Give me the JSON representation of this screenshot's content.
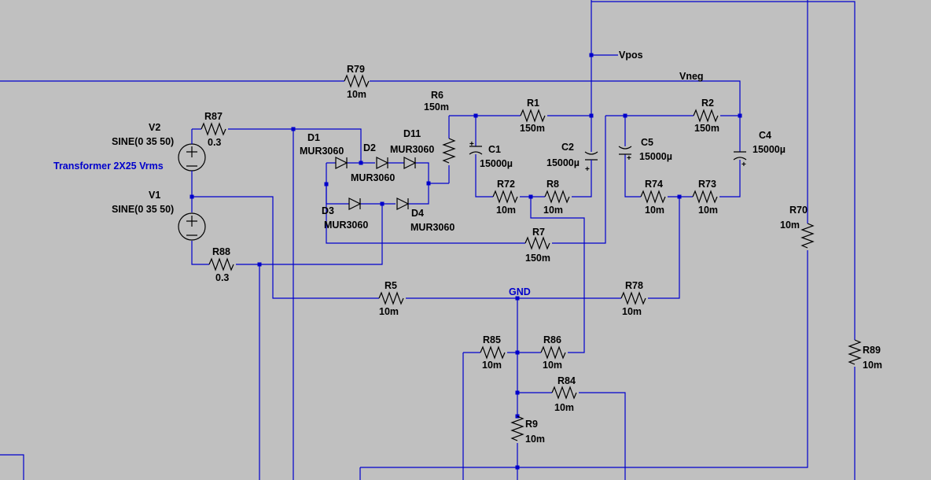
{
  "nets": {
    "vpos": "Vpos",
    "vneg": "Vneg",
    "gnd": "GND"
  },
  "comment": "Transformer 2X25 Vrms",
  "sources": [
    {
      "name": "V2",
      "value": "SINE(0 35 50)"
    },
    {
      "name": "V1",
      "value": "SINE(0 35 50)"
    }
  ],
  "resistors": [
    {
      "name": "R79",
      "value": "10m"
    },
    {
      "name": "R87",
      "value": "0.3"
    },
    {
      "name": "R88",
      "value": "0.3"
    },
    {
      "name": "R6",
      "value": "150m"
    },
    {
      "name": "R1",
      "value": "150m"
    },
    {
      "name": "R2",
      "value": "150m"
    },
    {
      "name": "R72",
      "value": "10m"
    },
    {
      "name": "R8",
      "value": "10m"
    },
    {
      "name": "R74",
      "value": "10m"
    },
    {
      "name": "R73",
      "value": "10m"
    },
    {
      "name": "R7",
      "value": "150m"
    },
    {
      "name": "R5",
      "value": "10m"
    },
    {
      "name": "R78",
      "value": "10m"
    },
    {
      "name": "R85",
      "value": "10m"
    },
    {
      "name": "R86",
      "value": "10m"
    },
    {
      "name": "R84",
      "value": "10m"
    },
    {
      "name": "R9",
      "value": "10m"
    },
    {
      "name": "R70",
      "value": "10m"
    },
    {
      "name": "R89",
      "value": "10m"
    }
  ],
  "capacitors": [
    {
      "name": "C1",
      "value": "15000µ"
    },
    {
      "name": "C2",
      "value": "15000µ"
    },
    {
      "name": "C5",
      "value": "15000µ"
    },
    {
      "name": "C4",
      "value": "15000µ"
    }
  ],
  "diodes": [
    {
      "name": "D1",
      "model": "MUR3060"
    },
    {
      "name": "D2",
      "model": "MUR3060"
    },
    {
      "name": "D11",
      "model": "MUR3060"
    },
    {
      "name": "D3",
      "model": "MUR3060"
    },
    {
      "name": "D4",
      "model": "MUR3060"
    }
  ],
  "colors": {
    "background": "#c0c0c0",
    "wire": "#0000cc",
    "component": "#000000"
  }
}
